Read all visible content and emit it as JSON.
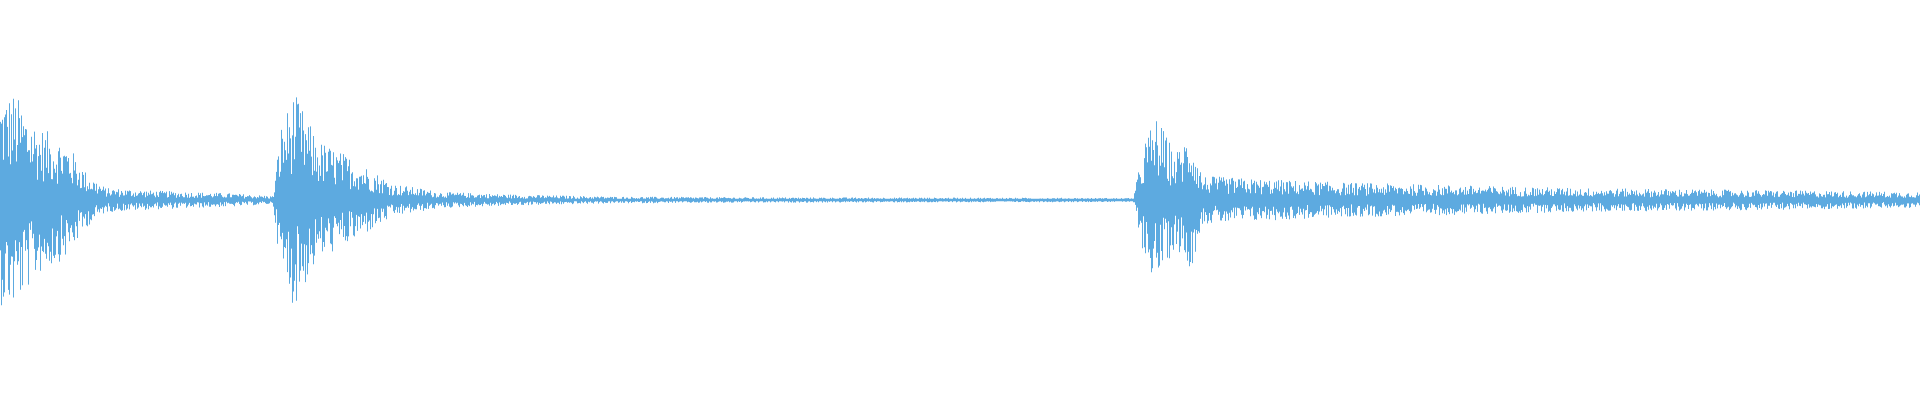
{
  "waveform": {
    "color": "#5DAAE0",
    "background": "#FFFFFF",
    "envelope": [
      {
        "t": 0.0,
        "amp": 0.78
      },
      {
        "t": 0.007,
        "amp": 0.8
      },
      {
        "t": 0.02,
        "amp": 0.55
      },
      {
        "t": 0.035,
        "amp": 0.42
      },
      {
        "t": 0.045,
        "amp": 0.2
      },
      {
        "t": 0.055,
        "amp": 0.09
      },
      {
        "t": 0.08,
        "amp": 0.07
      },
      {
        "t": 0.12,
        "amp": 0.05
      },
      {
        "t": 0.142,
        "amp": 0.03
      },
      {
        "t": 0.146,
        "amp": 0.55
      },
      {
        "t": 0.153,
        "amp": 0.8
      },
      {
        "t": 0.165,
        "amp": 0.45
      },
      {
        "t": 0.185,
        "amp": 0.3
      },
      {
        "t": 0.205,
        "amp": 0.12
      },
      {
        "t": 0.23,
        "amp": 0.06
      },
      {
        "t": 0.27,
        "amp": 0.04
      },
      {
        "t": 0.32,
        "amp": 0.025
      },
      {
        "t": 0.4,
        "amp": 0.02
      },
      {
        "t": 0.5,
        "amp": 0.018
      },
      {
        "t": 0.59,
        "amp": 0.015
      },
      {
        "t": 0.596,
        "amp": 0.45
      },
      {
        "t": 0.602,
        "amp": 0.62
      },
      {
        "t": 0.612,
        "amp": 0.35
      },
      {
        "t": 0.62,
        "amp": 0.52
      },
      {
        "t": 0.626,
        "amp": 0.18
      },
      {
        "t": 0.65,
        "amp": 0.16
      },
      {
        "t": 0.7,
        "amp": 0.13
      },
      {
        "t": 0.76,
        "amp": 0.11
      },
      {
        "t": 0.82,
        "amp": 0.09
      },
      {
        "t": 0.88,
        "amp": 0.08
      },
      {
        "t": 0.94,
        "amp": 0.07
      },
      {
        "t": 1.0,
        "amp": 0.06
      }
    ]
  }
}
